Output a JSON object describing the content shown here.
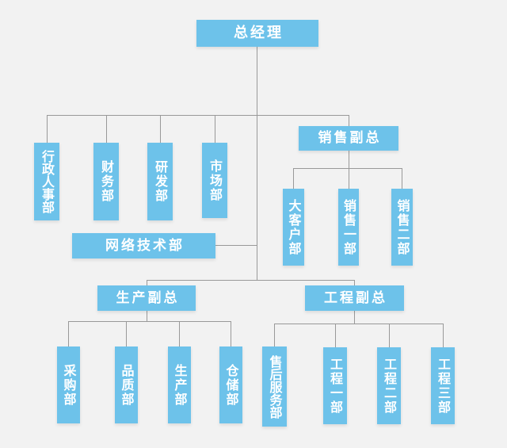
{
  "diagram": {
    "type": "org-chart",
    "background_color": "#f2f2f2",
    "box_color": "#6dc2ea",
    "box_text_color": "#ffffff",
    "connector_color": "#999999"
  },
  "nodes": {
    "ceo": {
      "label": "总经理"
    },
    "admin_hr": {
      "label": "行政人事部"
    },
    "finance": {
      "label": "财务部"
    },
    "rnd": {
      "label": "研发部"
    },
    "marketing": {
      "label": "市场部"
    },
    "network_tech": {
      "label": "网络技术部"
    },
    "sales_vp": {
      "label": "销售副总"
    },
    "key_accounts": {
      "label": "大客户部"
    },
    "sales_dept1": {
      "label": "销售一部"
    },
    "sales_dept2": {
      "label": "销售二部"
    },
    "production_vp": {
      "label": "生产副总"
    },
    "procurement": {
      "label": "采购部"
    },
    "quality": {
      "label": "品质部"
    },
    "production": {
      "label": "生产部"
    },
    "warehouse": {
      "label": "仓储部"
    },
    "engineering_vp": {
      "label": "工程副总"
    },
    "after_sales": {
      "label": "售后服务部"
    },
    "engineering_dept1": {
      "label": "工程一部"
    },
    "engineering_dept2": {
      "label": "工程二部"
    },
    "engineering_dept3": {
      "label": "工程三部"
    }
  },
  "hierarchy": {
    "ceo": {
      "children_level1": [
        "admin_hr",
        "finance",
        "rnd",
        "marketing",
        "sales_vp"
      ],
      "children_trunk": [
        "network_tech"
      ],
      "children_level2": [
        "production_vp",
        "engineering_vp"
      ]
    },
    "sales_vp": {
      "children": [
        "key_accounts",
        "sales_dept1",
        "sales_dept2"
      ]
    },
    "production_vp": {
      "children": [
        "procurement",
        "quality",
        "production",
        "warehouse"
      ]
    },
    "engineering_vp": {
      "children": [
        "after_sales",
        "engineering_dept1",
        "engineering_dept2",
        "engineering_dept3"
      ]
    }
  }
}
